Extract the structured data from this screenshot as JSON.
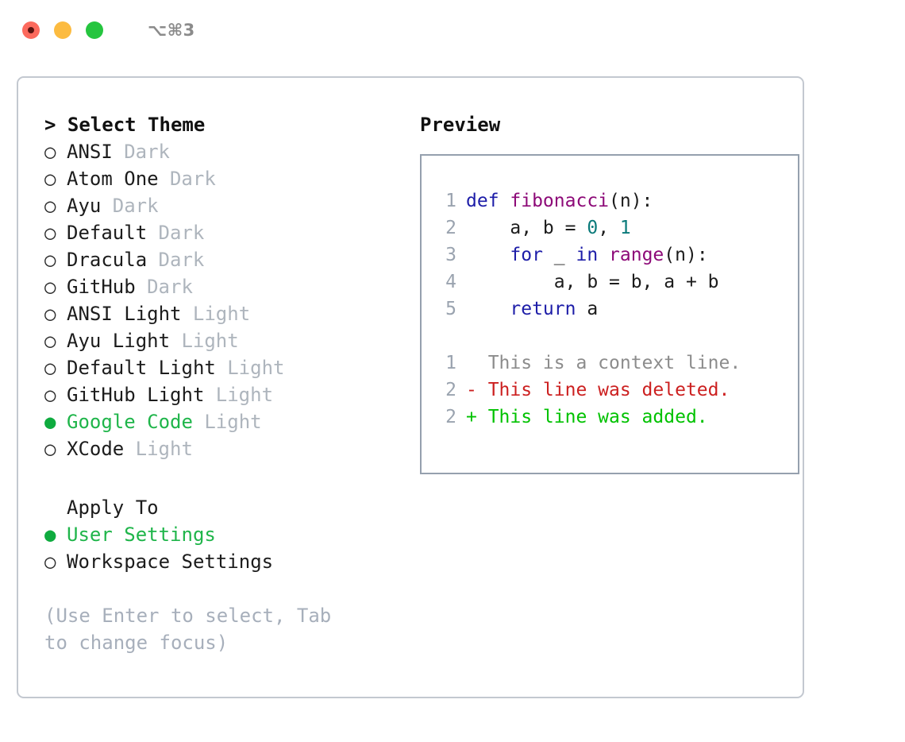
{
  "titlebar": {
    "shortcut": "⌥⌘3",
    "lights": [
      "close",
      "minimize",
      "zoom"
    ]
  },
  "left": {
    "theme_header": "> Select Theme",
    "marker_selected": "●",
    "marker_unselected": "○",
    "themes": [
      {
        "label": "ANSI",
        "tag": "Dark",
        "selected": false
      },
      {
        "label": "Atom One",
        "tag": "Dark",
        "selected": false
      },
      {
        "label": "Ayu",
        "tag": "Dark",
        "selected": false
      },
      {
        "label": "Default",
        "tag": "Dark",
        "selected": false
      },
      {
        "label": "Dracula",
        "tag": "Dark",
        "selected": false
      },
      {
        "label": "GitHub",
        "tag": "Dark",
        "selected": false
      },
      {
        "label": "ANSI Light",
        "tag": "Light",
        "selected": false
      },
      {
        "label": "Ayu Light",
        "tag": "Light",
        "selected": false
      },
      {
        "label": "Default Light",
        "tag": "Light",
        "selected": false
      },
      {
        "label": "GitHub Light",
        "tag": "Light",
        "selected": false
      },
      {
        "label": "Google Code",
        "tag": "Light",
        "selected": true
      },
      {
        "label": "XCode",
        "tag": "Light",
        "selected": false
      }
    ],
    "apply_header": "Apply To",
    "apply_options": [
      {
        "label": "User Settings",
        "selected": true
      },
      {
        "label": "Workspace Settings",
        "selected": false
      }
    ],
    "hint": "(Use Enter to select, Tab to change focus)"
  },
  "preview": {
    "title": "Preview",
    "code_lines": [
      {
        "no": "1",
        "tokens": [
          {
            "t": "def ",
            "c": "kw"
          },
          {
            "t": "fibonacci",
            "c": "fn"
          },
          {
            "t": "(n):",
            "c": "pl"
          }
        ]
      },
      {
        "no": "2",
        "tokens": [
          {
            "t": "    a, b = ",
            "c": "pl"
          },
          {
            "t": "0",
            "c": "num"
          },
          {
            "t": ", ",
            "c": "pl"
          },
          {
            "t": "1",
            "c": "num"
          }
        ]
      },
      {
        "no": "3",
        "tokens": [
          {
            "t": "    ",
            "c": "pl"
          },
          {
            "t": "for",
            "c": "kw"
          },
          {
            "t": " _ ",
            "c": "pl"
          },
          {
            "t": "in",
            "c": "kw"
          },
          {
            "t": " ",
            "c": "pl"
          },
          {
            "t": "range",
            "c": "fn"
          },
          {
            "t": "(n):",
            "c": "pl"
          }
        ]
      },
      {
        "no": "4",
        "tokens": [
          {
            "t": "        a, b = b, a + b",
            "c": "pl"
          }
        ]
      },
      {
        "no": "5",
        "tokens": [
          {
            "t": "    ",
            "c": "pl"
          },
          {
            "t": "return",
            "c": "kw"
          },
          {
            "t": " a",
            "c": "pl"
          }
        ]
      }
    ],
    "diff_lines": [
      {
        "no": "1",
        "sign": " ",
        "text": " This is a context line.",
        "kind": "ctx"
      },
      {
        "no": "2",
        "sign": "-",
        "text": " This line was deleted.",
        "kind": "del"
      },
      {
        "no": "2",
        "sign": "+",
        "text": " This line was added.",
        "kind": "add"
      }
    ]
  },
  "colors": {
    "selected_green": "#1fb54a",
    "marker_green": "#0fab3f",
    "tag_gray": "#aeb5bd",
    "hint_gray": "#a7afbb",
    "keyword_blue": "#1d1da8",
    "function_purple": "#8d0a78",
    "number_teal": "#0a7a7a",
    "diff_del_red": "#cc2020",
    "diff_add_green": "#00c200",
    "preview_border": "#95a0ae",
    "panel_border": "#c3c8d0"
  }
}
